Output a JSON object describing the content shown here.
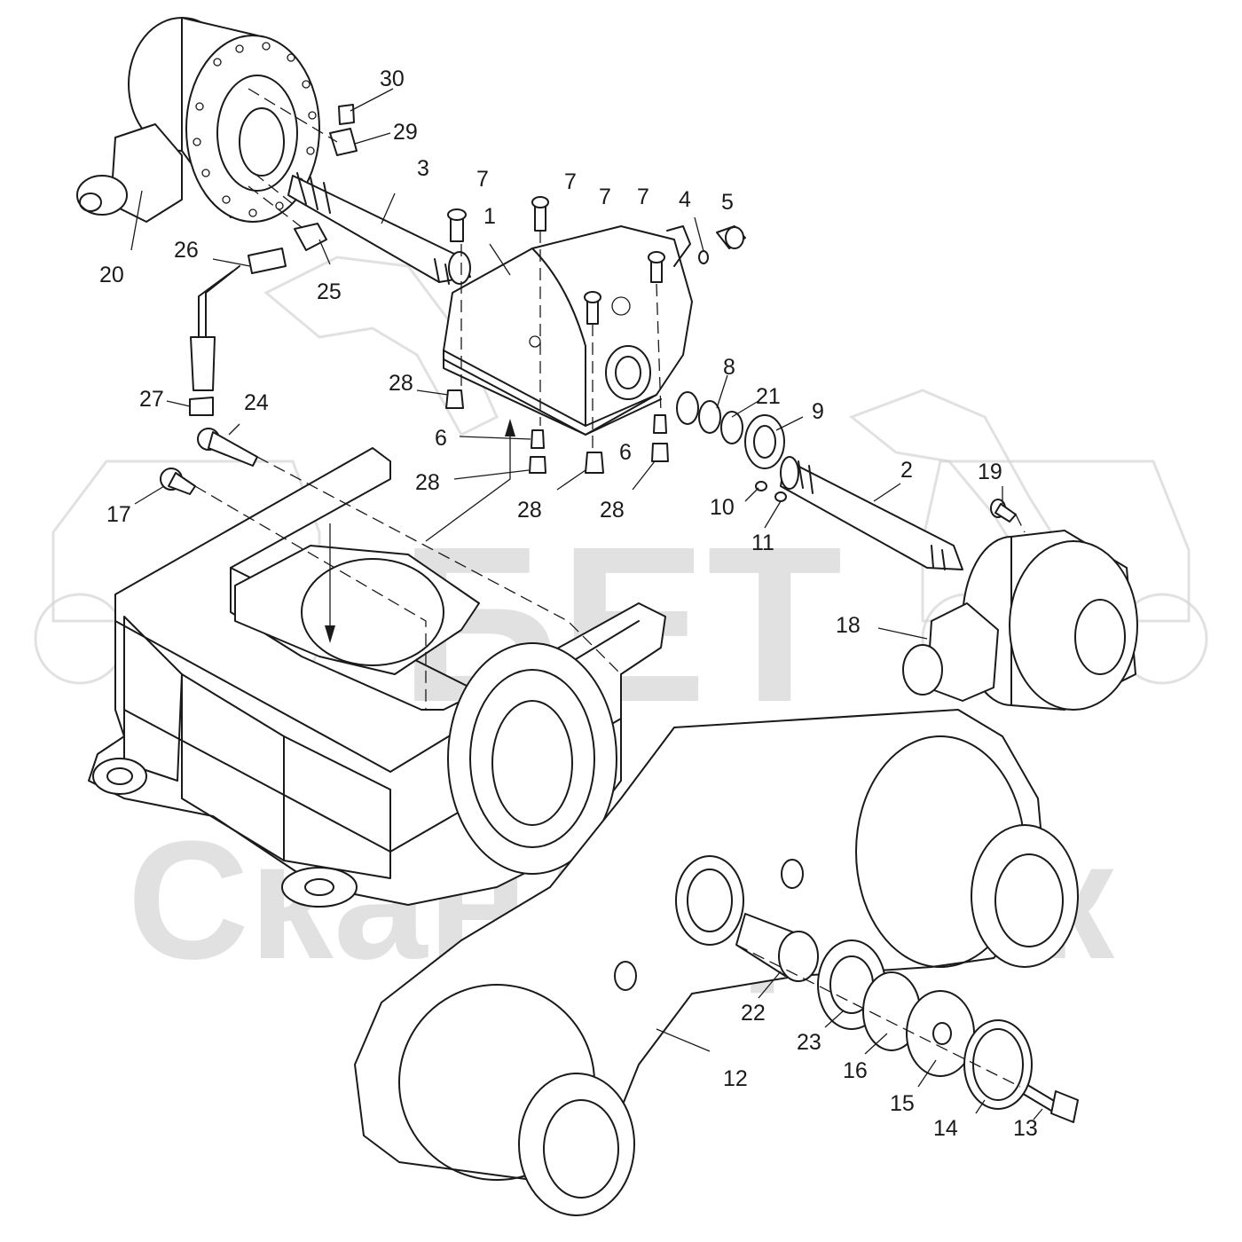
{
  "watermark": {
    "logo_text": "БЕТ",
    "brand_text": "СкандорТек"
  },
  "callouts": [
    {
      "id": "c1",
      "label": "1"
    },
    {
      "id": "c2",
      "label": "2"
    },
    {
      "id": "c3",
      "label": "3"
    },
    {
      "id": "c4",
      "label": "4"
    },
    {
      "id": "c5",
      "label": "5"
    },
    {
      "id": "c6a",
      "label": "6"
    },
    {
      "id": "c6b",
      "label": "6"
    },
    {
      "id": "c7a",
      "label": "7"
    },
    {
      "id": "c7b",
      "label": "7"
    },
    {
      "id": "c7c",
      "label": "7"
    },
    {
      "id": "c7d",
      "label": "7"
    },
    {
      "id": "c8",
      "label": "8"
    },
    {
      "id": "c9",
      "label": "9"
    },
    {
      "id": "c10",
      "label": "10"
    },
    {
      "id": "c11",
      "label": "11"
    },
    {
      "id": "c12",
      "label": "12"
    },
    {
      "id": "c13",
      "label": "13"
    },
    {
      "id": "c14",
      "label": "14"
    },
    {
      "id": "c15",
      "label": "15"
    },
    {
      "id": "c16",
      "label": "16"
    },
    {
      "id": "c17",
      "label": "17"
    },
    {
      "id": "c18",
      "label": "18"
    },
    {
      "id": "c19",
      "label": "19"
    },
    {
      "id": "c20",
      "label": "20"
    },
    {
      "id": "c21",
      "label": "21"
    },
    {
      "id": "c22",
      "label": "22"
    },
    {
      "id": "c23",
      "label": "23"
    },
    {
      "id": "c24",
      "label": "24"
    },
    {
      "id": "c25",
      "label": "25"
    },
    {
      "id": "c26",
      "label": "26"
    },
    {
      "id": "c27",
      "label": "27"
    },
    {
      "id": "c28a",
      "label": "28"
    },
    {
      "id": "c28b",
      "label": "28"
    },
    {
      "id": "c28c",
      "label": "28"
    },
    {
      "id": "c28d",
      "label": "28"
    },
    {
      "id": "c29",
      "label": "29"
    },
    {
      "id": "c30",
      "label": "30"
    }
  ]
}
